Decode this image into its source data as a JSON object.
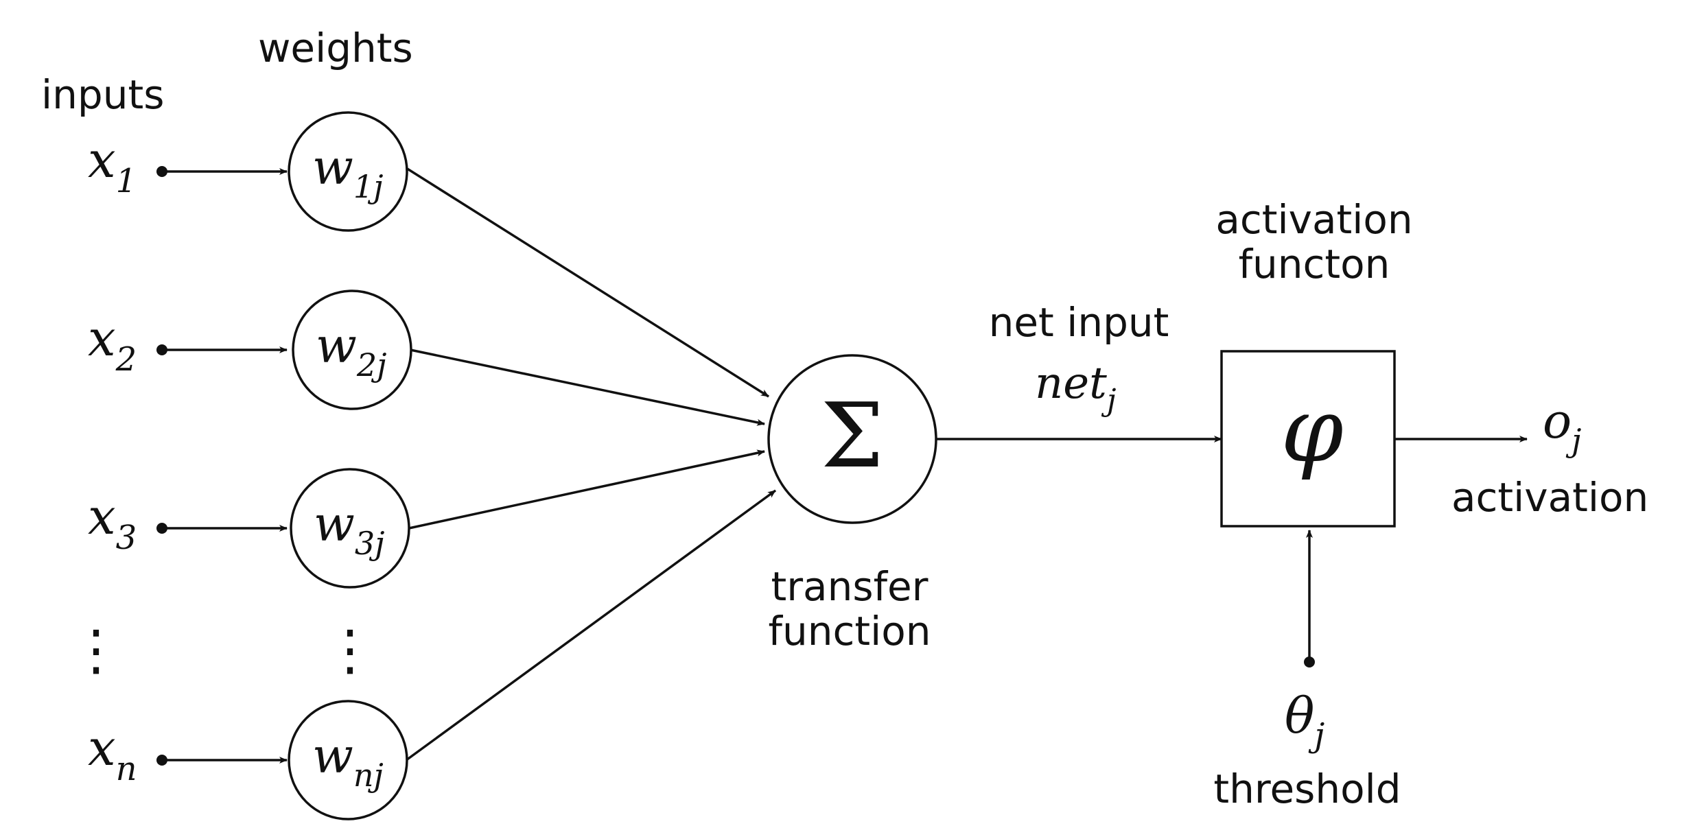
{
  "labels": {
    "inputs": "inputs",
    "weights": "weights",
    "activation_function_line1": "activation",
    "activation_function_line2": "functon",
    "net_input": "net input",
    "transfer_function_line1": "transfer",
    "transfer_function_line2": "function",
    "activation": "activation",
    "threshold": "threshold"
  },
  "inputs": [
    {
      "base": "x",
      "sub": "1"
    },
    {
      "base": "x",
      "sub": "2"
    },
    {
      "base": "x",
      "sub": "3"
    },
    {
      "base": "x",
      "sub": "n"
    }
  ],
  "weights": [
    {
      "base": "w",
      "sub": "1j"
    },
    {
      "base": "w",
      "sub": "2j"
    },
    {
      "base": "w",
      "sub": "3j"
    },
    {
      "base": "w",
      "sub": "nj"
    }
  ],
  "net": {
    "base": "net",
    "sub": "j"
  },
  "sum_symbol": "Σ",
  "phi_symbol": "φ",
  "output": {
    "base": "o",
    "sub": "j"
  },
  "theta": {
    "base": "θ",
    "sub": "j"
  },
  "ellipsis": "⋮"
}
